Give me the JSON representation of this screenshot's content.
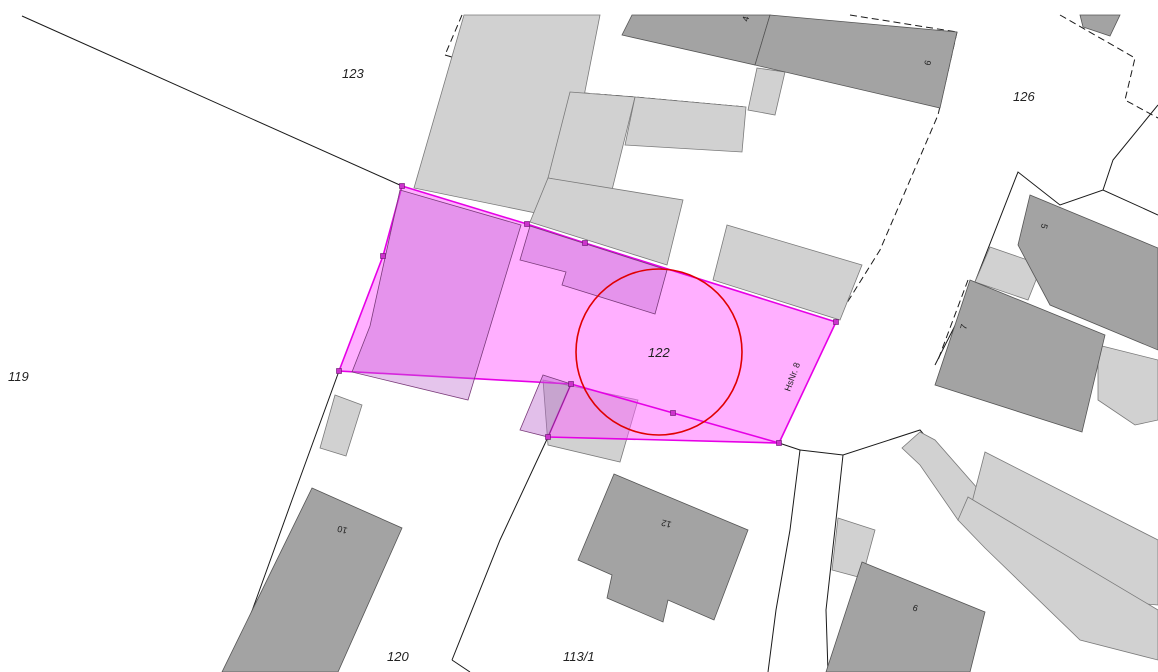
{
  "parcels": {
    "p119": "119",
    "p120": "120",
    "p122": "122",
    "p123": "123",
    "p126": "126",
    "p113_1": "113/1"
  },
  "house_numbers": {
    "h4": "4",
    "h5": "5",
    "h6a": "6",
    "h6b": "6",
    "h7": "7",
    "h10": "10",
    "h12": "12",
    "hsnr8": "HsNr. 8"
  },
  "colors": {
    "selection_fill": "#ff66ff",
    "selection_stroke": "#e600e6",
    "vertex": "#cc33cc",
    "circle": "#e00000",
    "building_dark": "#a3a3a3",
    "building_light": "#d1d1d1",
    "boundary": "#1a1a1a"
  }
}
